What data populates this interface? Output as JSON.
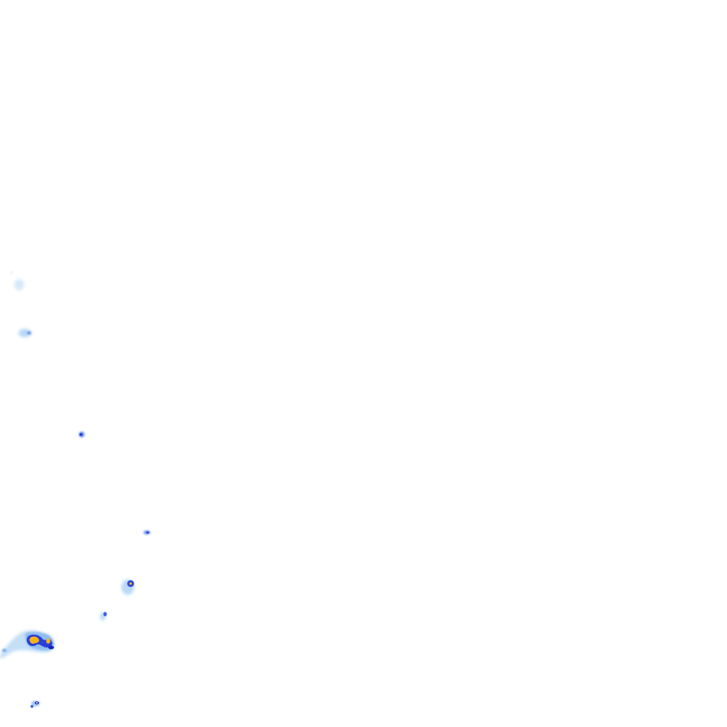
{
  "overlay": {
    "kind": "precipitation-radar-tile",
    "background_color": "#ffffff",
    "intensity_palette": {
      "very_light": "#d6e9fb",
      "light": "#9cc8f2",
      "moderate": "#3d5fe0",
      "heavy": "#1a1fc8",
      "very_heavy": "#f6b21a",
      "core": "#ffd21f"
    },
    "echo_cells": [
      {
        "id": "cell-1",
        "intensity": "very_light"
      },
      {
        "id": "cell-2",
        "intensity": "light"
      },
      {
        "id": "cell-3",
        "intensity": "moderate"
      },
      {
        "id": "cell-4",
        "intensity": "moderate"
      },
      {
        "id": "cell-5",
        "intensity": "very_heavy"
      },
      {
        "id": "cell-6",
        "intensity": "moderate"
      },
      {
        "id": "cell-7",
        "intensity": "very_heavy"
      },
      {
        "id": "cell-8",
        "intensity": "heavy"
      }
    ]
  }
}
